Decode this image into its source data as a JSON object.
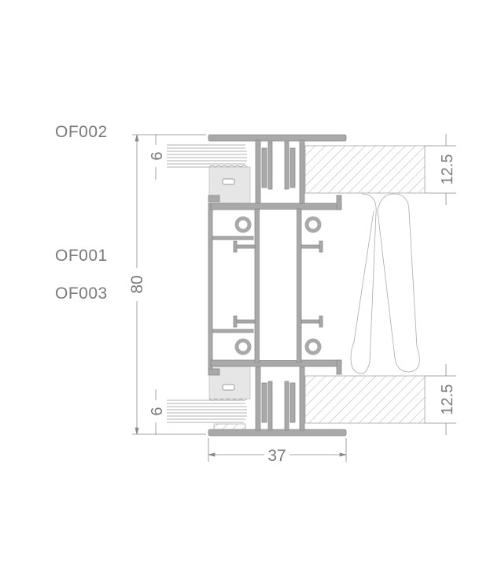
{
  "labels": {
    "top_profile": "OF002",
    "middle_profile": "OF001",
    "middle_profile_2": "OF003"
  },
  "dimensions": {
    "total_height": "80",
    "glass_top": "6",
    "glass_bottom": "6",
    "panel_top": "12.5",
    "panel_bottom": "12.5",
    "width": "37"
  },
  "colors": {
    "profile": "#a9a9a9",
    "outline": "#8a8a8a",
    "text": "#7a7a7a"
  }
}
